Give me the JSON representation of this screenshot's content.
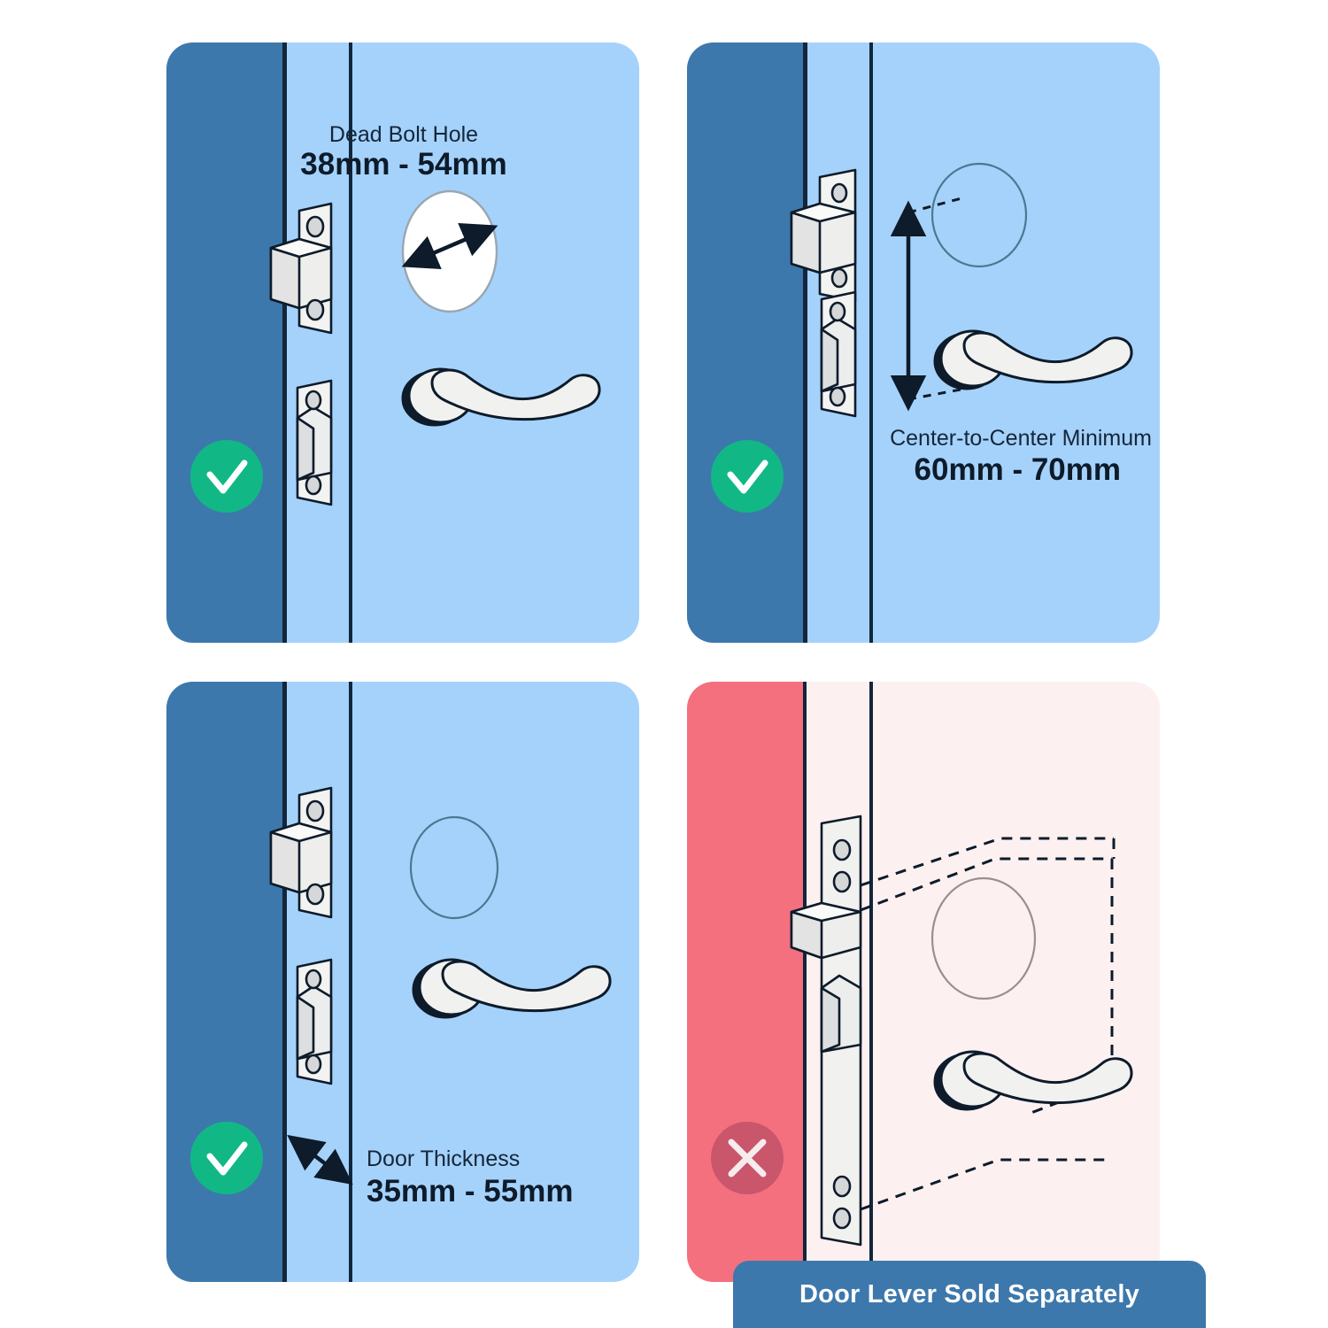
{
  "title": "Door Lock Installation Requirements",
  "colors": {
    "door_edge_blue": "#3d78ac",
    "door_face_blue": "#a5d2fb",
    "door_edge_red": "#f4707f",
    "door_face_pink": "#fdf0f1",
    "ok_badge": "#11b886",
    "no_badge": "#c9566b",
    "outline": "#0d1b2a",
    "hardware_fill": "#f0f0ee",
    "hardware_shade": "#d8dadb",
    "banner_bg": "#3d78ac",
    "banner_text": "#ffffff",
    "text_dark": "#15263a"
  },
  "panels": [
    {
      "id": "top-left",
      "status": "ok",
      "status_icon": "check-icon",
      "caption_title": "Dead Bolt Hole",
      "caption_value": "38mm - 54mm",
      "measure": "dead-bolt-hole-diameter"
    },
    {
      "id": "top-right",
      "status": "ok",
      "status_icon": "check-icon",
      "caption_title": "Center-to-Center Minimum",
      "caption_value": "60mm - 70mm",
      "measure": "center-to-center-distance"
    },
    {
      "id": "bottom-left",
      "status": "ok",
      "status_icon": "check-icon",
      "caption_title": "Door Thickness",
      "caption_value": "35mm - 55mm",
      "measure": "door-thickness"
    },
    {
      "id": "bottom-right",
      "status": "not-supported",
      "status_icon": "cross-icon",
      "caption_title": "",
      "caption_value": "",
      "measure": "mortise-plate-incompatible"
    }
  ],
  "banner": {
    "label": "Door Lever Sold Separately"
  }
}
